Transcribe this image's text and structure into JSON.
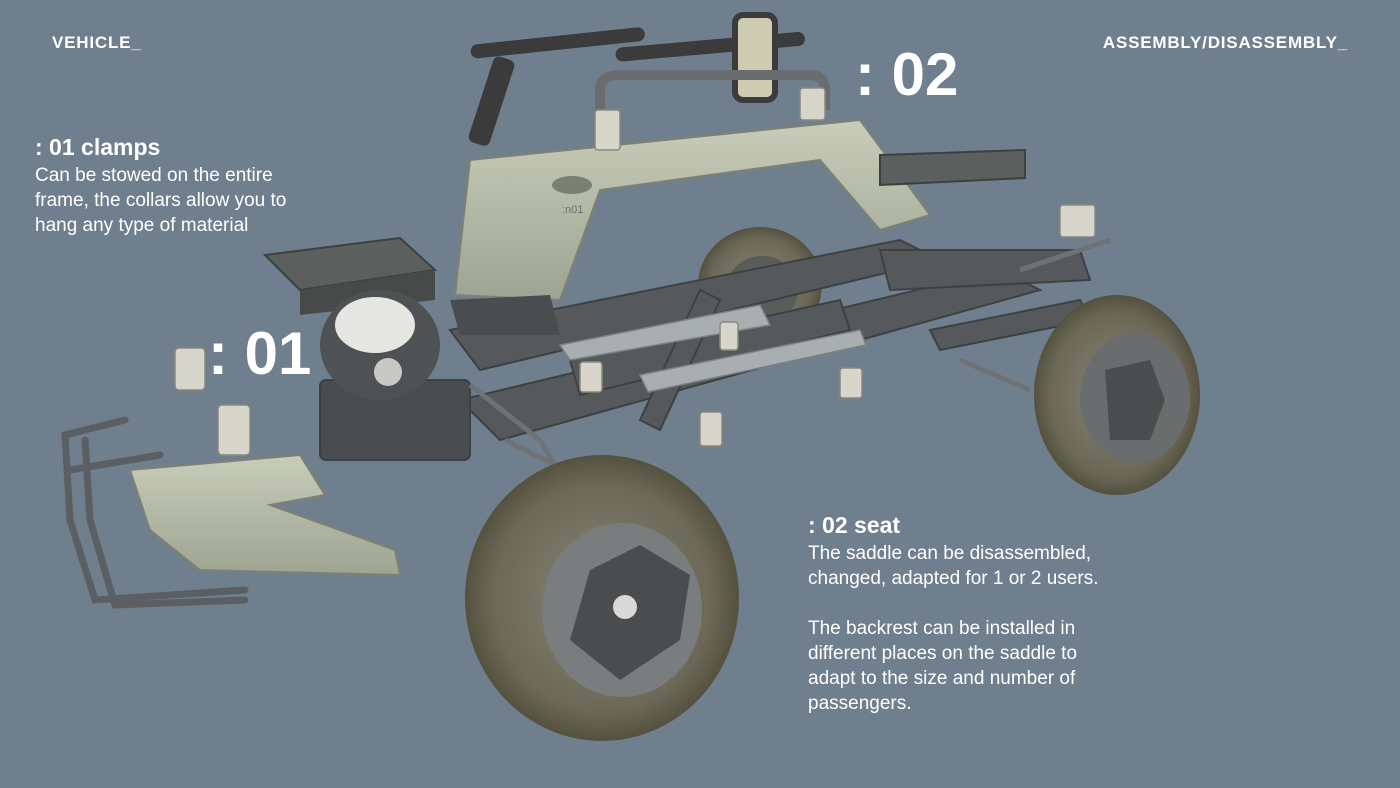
{
  "header": {
    "left": "VEHICLE_",
    "right": "ASSEMBLY/DISASSEMBLY_"
  },
  "callouts": {
    "clamps": {
      "number": ": 01",
      "title": ": 01 clamps",
      "body": "Can be stowed on the entire\nframe, the collars allow you to\nhang any type of material"
    },
    "seat": {
      "number": ": 02",
      "title": ": 02 seat",
      "body1": "The saddle can be disassembled,\nchanged, adapted for 1 or 2 users.",
      "body2": "The backrest can be installed in\ndifferent places on the saddle to\nadapt to the size and number of\npassengers."
    }
  },
  "illustration": {
    "description_icon": "exploded-vehicle-chassis-icon",
    "frame_marking": ":n01"
  },
  "colors": {
    "background": "#6f7f8d",
    "text": "#ffffff",
    "frame": "#55595c",
    "body_panel": "#b9bfab",
    "tire": "#6f6b5d"
  }
}
